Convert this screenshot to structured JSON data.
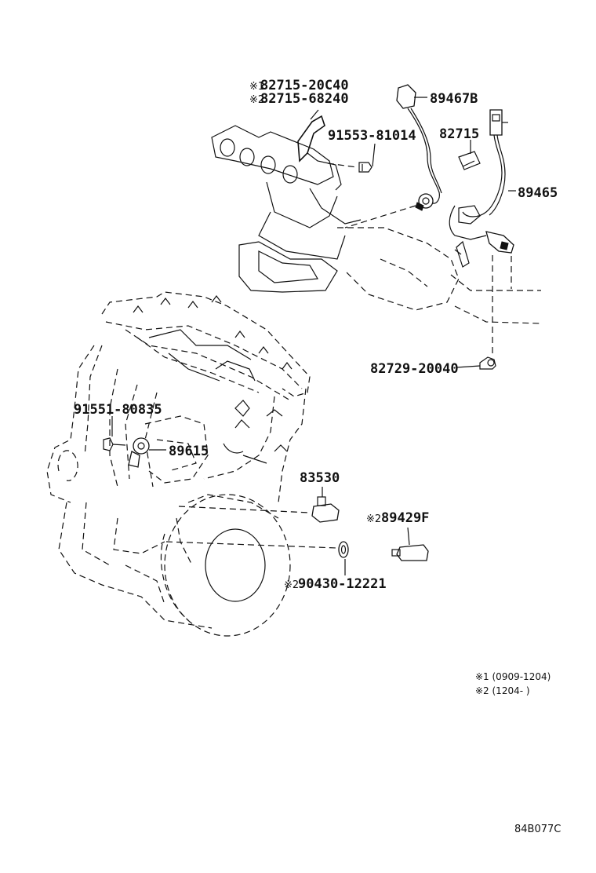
{
  "parts": {
    "bracket_note1_mark": "※1",
    "bracket_note1_part": "82715-20C40",
    "bracket_note2_mark": "※2",
    "bracket_note2_part": "82715-68240",
    "bolt_91553": "91553-81014",
    "sensor_89467b": "89467B",
    "clamp_82715": "82715",
    "sensor_89465": "89465",
    "clamp_82729": "82729-20040",
    "bolt_91551": "91551-80835",
    "sensor_89615": "89615",
    "sensor_83530": "83530",
    "sensor_89429f_mark": "※2",
    "sensor_89429f": "89429F",
    "gasket_mark": "※2",
    "gasket_90430": "90430-12221"
  },
  "legend": {
    "note1": "※1 (0909-1204)",
    "note2": "※2 (1204-      )"
  },
  "figure_code": "84B077C",
  "icons": {
    "oxygen-sensor": "oxygen-sensor-icon",
    "knock-sensor": "knock-sensor-icon",
    "bolt": "bolt-icon",
    "gasket": "gasket-icon"
  }
}
